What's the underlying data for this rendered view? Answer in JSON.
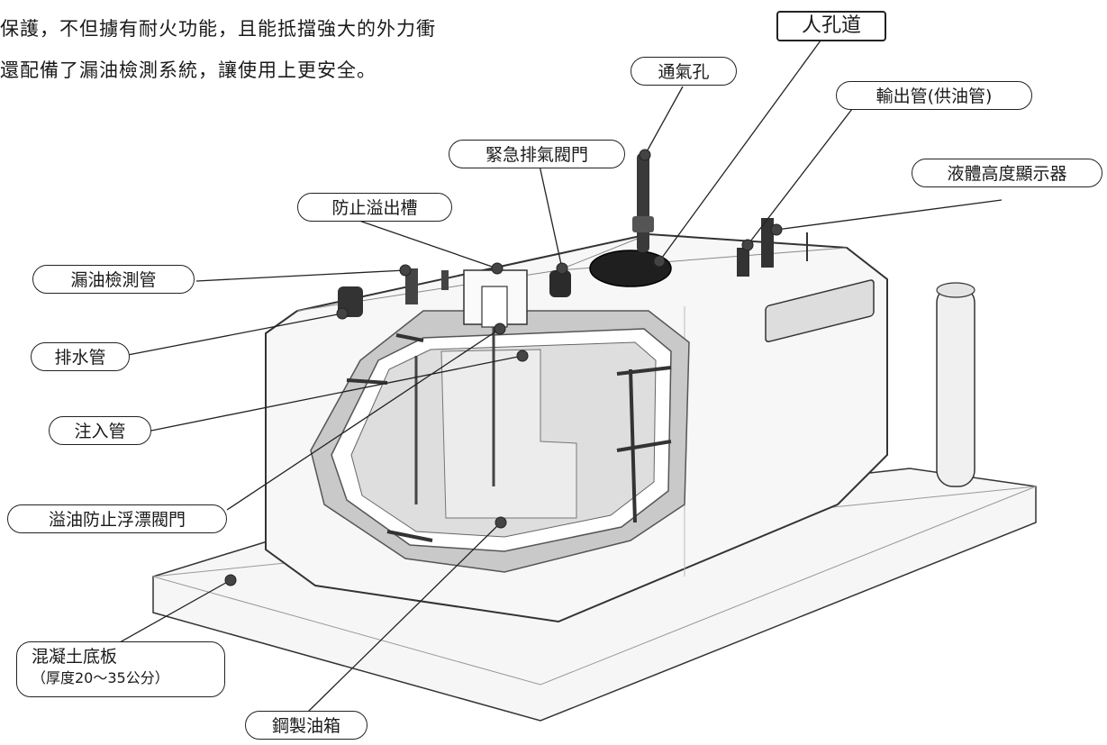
{
  "intro": {
    "line1": "保護，不但擄有耐火功能，且能抵擋強大的外力衝",
    "line2": "還配備了漏油檢測系統，讓使用上更安全。"
  },
  "labels": {
    "manhole": "人孔道",
    "vent": "通氣孔",
    "output_pipe": "輸出管(供油管)",
    "emergency_valve": "緊急排氣閥門",
    "level_indicator": "液體高度顯示器",
    "overflow_tank": "防止溢出槽",
    "leak_pipe": "漏油檢測管",
    "drain_pipe": "排水管",
    "fill_pipe": "注入管",
    "float_valve": "溢油防止浮漂閥門",
    "concrete_slab": "混凝土底板",
    "concrete_slab_note": "（厚度20～35公分）",
    "steel_tank": "鋼製油箱"
  },
  "colors": {
    "line": "#222222",
    "dot": "#444444",
    "concrete": "#cfcfcf",
    "tank_shell": "#f4f4f4",
    "interior": "#d9d9d9"
  }
}
